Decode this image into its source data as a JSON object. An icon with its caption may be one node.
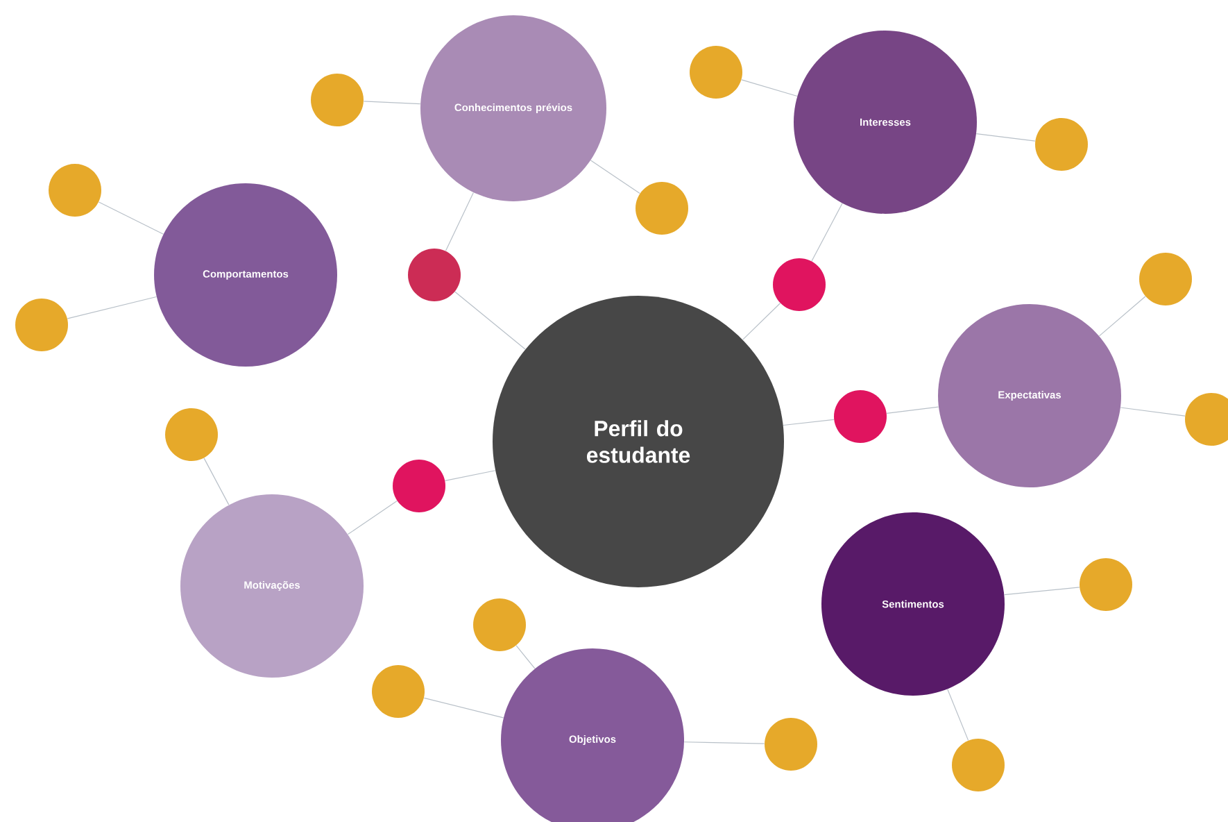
{
  "diagram": {
    "nodes": [
      {
        "text": [
          "Perfil do estudante"
        ]
      },
      {
        "text": [
          "Conhecimentos prévios"
        ]
      },
      {
        "text": [
          "Interesses"
        ]
      },
      {
        "text": [
          "Comportamentos"
        ]
      },
      {
        "text": [
          "Expectativas"
        ]
      },
      {
        "text": [
          "Motivações"
        ]
      },
      {
        "text": [
          "Sentimentos"
        ]
      },
      {
        "text": [
          "Objetivos"
        ]
      },
      {
        "text": [],
        "shape": "circle"
      },
      {
        "text": [],
        "shape": "circle"
      },
      {
        "text": [],
        "shape": "circle"
      },
      {
        "text": [],
        "shape": "circle"
      },
      {
        "text": [],
        "shape": "circle"
      },
      {
        "text": [],
        "shape": "circle"
      },
      {
        "text": [],
        "shape": "circle"
      },
      {
        "text": [],
        "shape": "circle"
      },
      {
        "text": [],
        "shape": "circle"
      },
      {
        "text": [],
        "shape": "circle"
      },
      {
        "text": [],
        "shape": "circle"
      },
      {
        "text": [],
        "shape": "circle"
      },
      {
        "text": [],
        "shape": "circle"
      },
      {
        "text": [],
        "shape": "circle"
      },
      {
        "text": [],
        "shape": "circle"
      },
      {
        "text": [],
        "shape": "circle"
      },
      {
        "text": [],
        "shape": "circle"
      },
      {
        "text": [],
        "shape": "circle"
      }
    ],
    "edges": [
      {
        "from": 0,
        "to": 9,
        "arrow": "none"
      },
      {
        "from": 9,
        "to": 1,
        "arrow": "none"
      },
      {
        "from": 0,
        "to": 10,
        "arrow": "none"
      },
      {
        "from": 10,
        "to": 2,
        "arrow": "none"
      },
      {
        "from": 0,
        "to": 11,
        "arrow": "none"
      },
      {
        "from": 11,
        "to": 4,
        "arrow": "none"
      },
      {
        "from": 0,
        "to": 8,
        "arrow": "none"
      },
      {
        "from": 8,
        "to": 5,
        "arrow": "none"
      },
      {
        "from": 1,
        "to": 15,
        "arrow": "none"
      },
      {
        "from": 1,
        "to": 18,
        "arrow": "none"
      },
      {
        "from": 2,
        "to": 19,
        "arrow": "none"
      },
      {
        "from": 2,
        "to": 22,
        "arrow": "none"
      },
      {
        "from": 3,
        "to": 13,
        "arrow": "none"
      },
      {
        "from": 3,
        "to": 12,
        "arrow": "none"
      },
      {
        "from": 4,
        "to": 24,
        "arrow": "none"
      },
      {
        "from": 4,
        "to": 25,
        "arrow": "none"
      },
      {
        "from": 5,
        "to": 14,
        "arrow": "none"
      },
      {
        "from": 7,
        "to": 17,
        "arrow": "none"
      },
      {
        "from": 7,
        "to": 16,
        "arrow": "none"
      },
      {
        "from": 7,
        "to": 20,
        "arrow": "none"
      },
      {
        "from": 6,
        "to": 23,
        "arrow": "none"
      },
      {
        "from": 6,
        "to": 21,
        "arrow": "none"
      }
    ]
  }
}
